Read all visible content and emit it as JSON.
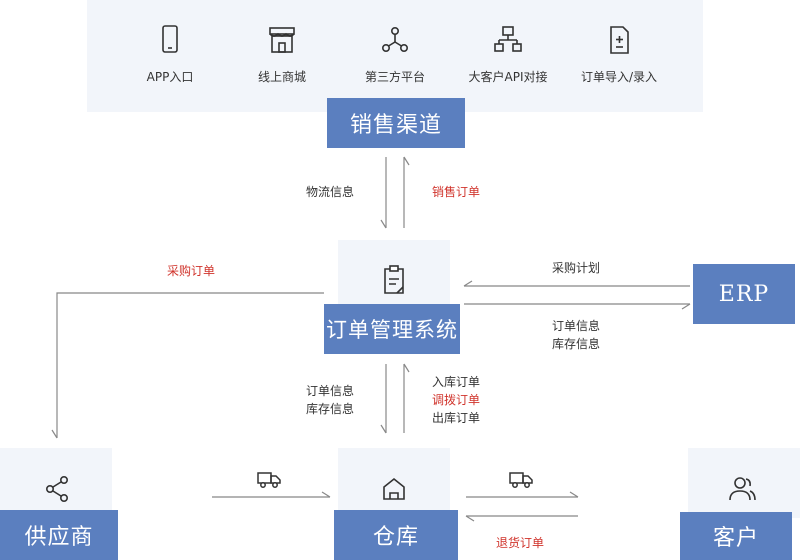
{
  "channels": {
    "items": [
      {
        "label": "APP入口",
        "icon": "phone-icon"
      },
      {
        "label": "线上商城",
        "icon": "store-icon"
      },
      {
        "label": "第三方平台",
        "icon": "network-icon"
      },
      {
        "label": "大客户API对接",
        "icon": "hierarchy-icon"
      },
      {
        "label": "订单导入/录入",
        "icon": "document-plus-icon"
      }
    ],
    "title": "销售渠道"
  },
  "nodes": {
    "oms": "订单管理系统",
    "erp": "ERP",
    "supplier": "供应商",
    "warehouse": "仓库",
    "customer": "客户"
  },
  "edges": {
    "logistics_info": "物流信息",
    "sales_order": "销售订单",
    "purchase_order": "采购订单",
    "purchase_plan": "采购计划",
    "erp_order_info": "订单信息",
    "erp_stock_info": "库存信息",
    "wh_order_info": "订单信息",
    "wh_stock_info": "库存信息",
    "inbound_order": "入库订单",
    "transfer_order": "调拨订单",
    "outbound_order": "出库订单",
    "return_order": "退货订单"
  },
  "colors": {
    "node_blue": "#5b7fbf",
    "panel_bg": "#f2f5fa",
    "red_text": "#d0342c",
    "line_gray": "#888888"
  }
}
